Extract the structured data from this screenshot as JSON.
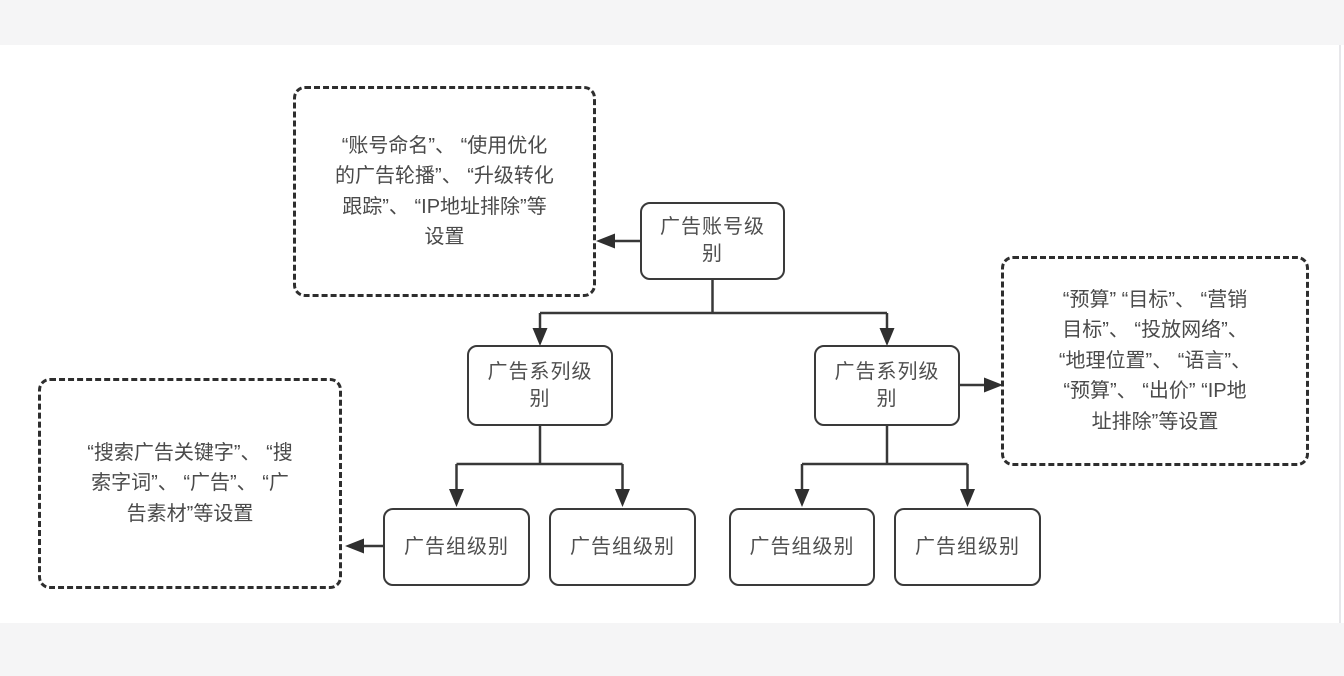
{
  "diagram": {
    "title_hint": "广告账号结构图",
    "nodes": {
      "account": {
        "label": "广告账号级\n别"
      },
      "campaign_left": {
        "label": "广告系列级\n别"
      },
      "campaign_right": {
        "label": "广告系列级\n别"
      },
      "group_1": {
        "label": "广告组级别"
      },
      "group_2": {
        "label": "广告组级别"
      },
      "group_3": {
        "label": "广告组级别"
      },
      "group_4": {
        "label": "广告组级别"
      }
    },
    "notes": {
      "account": {
        "text": "“账号命名”、 “使用优化\n的广告轮播”、 “升级转化\n跟踪”、 “IP地址排除”等\n设置"
      },
      "campaign": {
        "text": "“预算” “目标”、 “营销\n目标”、 “投放网络”、\n“地理位置”、 “语言”、\n“预算”、 “出价” “IP地\n址排除”等设置"
      },
      "group": {
        "text": "“搜索广告关键字”、 “搜\n索字词”、 “广告”、 “广\n告素材”等设置"
      }
    },
    "colors": {
      "line": "#383838",
      "arrow": "#2f2f2f",
      "box_border": "#3a3a3a",
      "dashed_border": "#2e2e2e",
      "text": "#4a4a4a",
      "frame_strip": "#f5f5f6",
      "canvas": "#ffffff"
    }
  }
}
